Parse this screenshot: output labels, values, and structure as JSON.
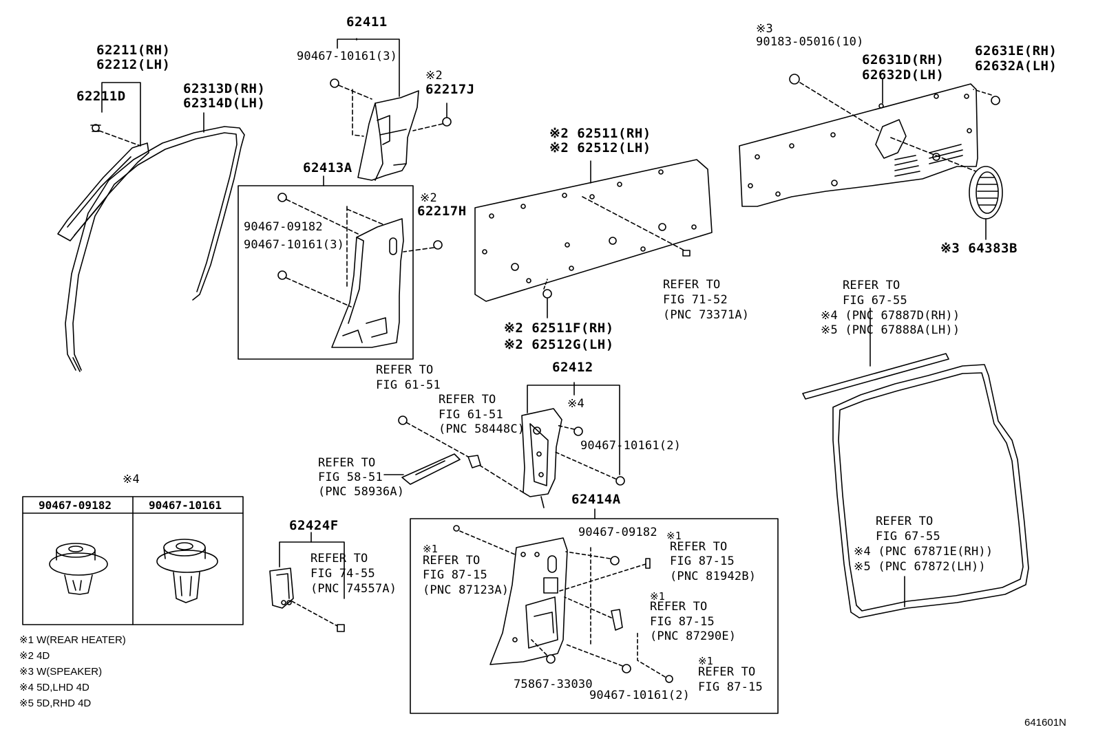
{
  "labels": {
    "p62411": "62411",
    "p62211": "62211(RH)",
    "p62212": "62212(LH)",
    "p62211D": "62211D",
    "p62313D": "62313D(RH)",
    "p62314D": "62314D(LH)",
    "p90467_10161_3a": "90467-10161(3)",
    "m2_62217J": "※2",
    "p62217J": "62217J",
    "p62413A": "62413A",
    "m2_62217H": "※2",
    "p62217H": "62217H",
    "p90467_09182a": "90467-09182",
    "p90467_10161_3b": "90467-10161(3)",
    "m3_90183": "※3",
    "p90183": "90183-05016(10)",
    "p62631D": "62631D(RH)",
    "p62632D": "62632D(LH)",
    "p62631E": "62631E(RH)",
    "p62632A": "62632A(LH)",
    "p62511": "※2 62511(RH)",
    "p62512": "※2 62512(LH)",
    "p64383B": "※3 64383B",
    "ref7152_a": "REFER TO",
    "ref7152_b": "FIG 71-52",
    "ref7152_c": "(PNC 73371A)",
    "p62511F": "※2 62511F(RH)",
    "p62512G": "※2 62512G(LH)",
    "ref6755a_a": "REFER TO",
    "ref6755a_b": "FIG 67-55",
    "ref6755a_c": "※4 (PNC 67887D(RH))",
    "ref6755a_d": "※5 (PNC 67888A(LH))",
    "ref6151a_a": "REFER TO",
    "ref6151a_b": "FIG 61-51",
    "p62412": "62412",
    "ref6151b_a": "REFER TO",
    "ref6151b_b": "FIG 61-51",
    "ref6151b_c": "(PNC 58448C)",
    "m4_62412": "※4",
    "p90467_10161_2a": "90467-10161(2)",
    "ref5851_a": "REFER TO",
    "ref5851_b": "FIG 58-51",
    "ref5851_c": "(PNC 58936A)",
    "m4_table": "※4",
    "p62414A": "62414A",
    "p62424F": "62424F",
    "ref7455_a": "REFER TO",
    "ref7455_b": "FIG 74-55",
    "ref7455_c": "(PNC 74557A)",
    "m1_a": "※1",
    "ref8715a_a": "REFER TO",
    "ref8715a_b": "FIG 87-15",
    "ref8715a_c": "(PNC 87123A)",
    "p90467_09182b": "90467-09182",
    "m1_b": "※1",
    "ref8715b_a": "REFER TO",
    "ref8715b_b": "FIG 87-15",
    "ref8715b_c": "(PNC 81942B)",
    "m1_c": "※1",
    "ref8715c_a": "REFER TO",
    "ref8715c_b": "FIG 87-15",
    "ref8715c_c": "(PNC 87290E)",
    "m1_d": "※1",
    "ref8715d_a": "REFER TO",
    "ref8715d_b": "FIG 87-15",
    "p75867": "75867-33030",
    "p90467_10161_2b": "90467-10161(2)",
    "ref6755b_a": "REFER TO",
    "ref6755b_b": "FIG 67-55",
    "ref6755b_c": "※4 (PNC 67871E(RH))",
    "ref6755b_d": "※5 (PNC 67872(LH))",
    "diagram_code": "641601N"
  },
  "table": {
    "col1": "90467-09182",
    "col2": "90467-10161"
  },
  "notes": [
    "※1 W(REAR HEATER)",
    "※2 4D",
    "※3 W(SPEAKER)",
    "※4 5D,LHD 4D",
    "※5 5D,RHD 4D"
  ]
}
